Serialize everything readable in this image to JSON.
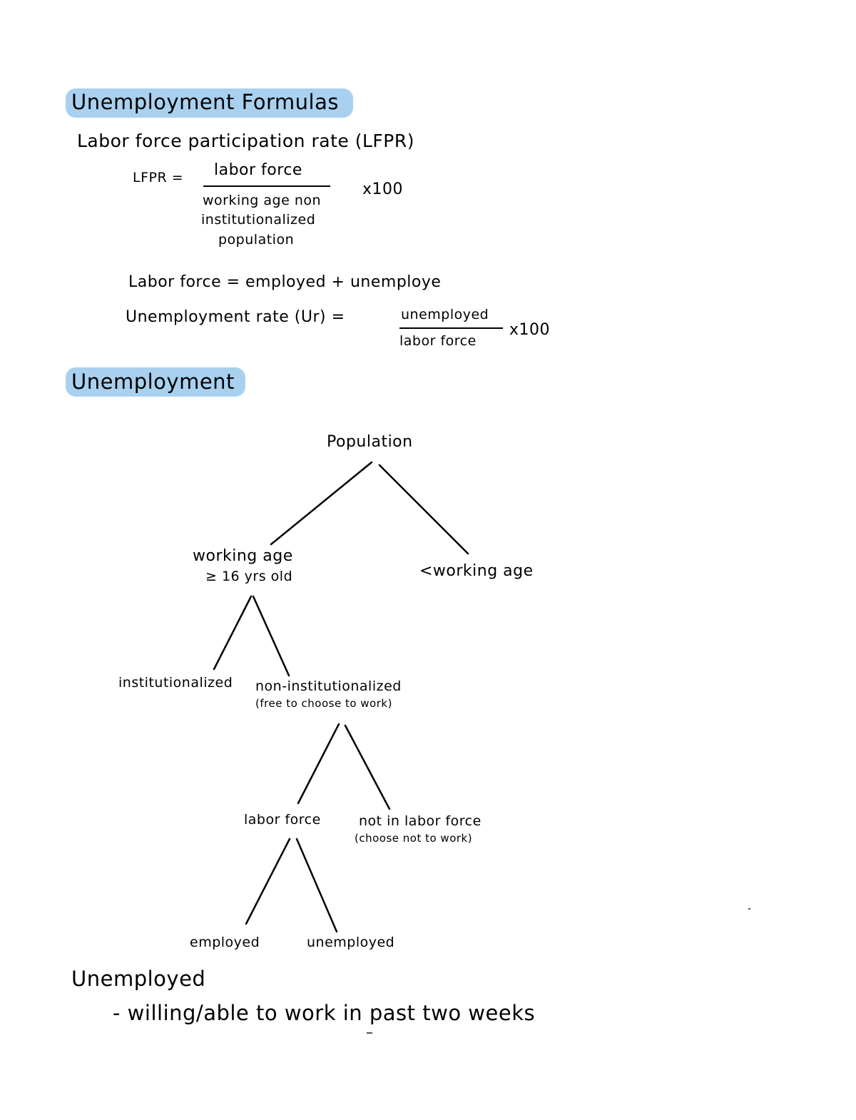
{
  "sections": {
    "formulas": {
      "heading": "Unemployment Formulas",
      "lfpr_title": "Labor force participation rate (LFPR)",
      "lfpr_lhs": "LFPR =",
      "lfpr_numerator": "labor force",
      "lfpr_denominator_line1": "working age non",
      "lfpr_denominator_line2": "institutionalized",
      "lfpr_denominator_line3": "population",
      "lfpr_multiplier": "x100",
      "labor_force_eq": "Labor force = employed + unemploye",
      "ur_lhs": "Unemployment rate (Ur) =",
      "ur_numerator": "unemployed",
      "ur_denominator": "labor force",
      "ur_multiplier": "x100"
    },
    "unemployment": {
      "heading": "Unemployment",
      "tree": {
        "root": "Population",
        "working_age": "working age",
        "working_age_sub": "≥ 16 yrs old",
        "below_working_age": "<working age",
        "institutionalized": "institutionalized",
        "non_institutionalized": "non-institutionalized",
        "non_institutionalized_sub": "(free to choose to work)",
        "labor_force": "labor force",
        "not_in_labor_force": "not in labor force",
        "not_in_labor_force_sub": "(choose not to work)",
        "employed": "employed",
        "unemployed": "unemployed"
      }
    },
    "unemployed_notes": {
      "heading": "Unemployed",
      "bullets": [
        "- willing/able to work in past two weeks"
      ]
    }
  },
  "colors": {
    "highlight": "#a9d1ef",
    "ink": "#000000"
  }
}
